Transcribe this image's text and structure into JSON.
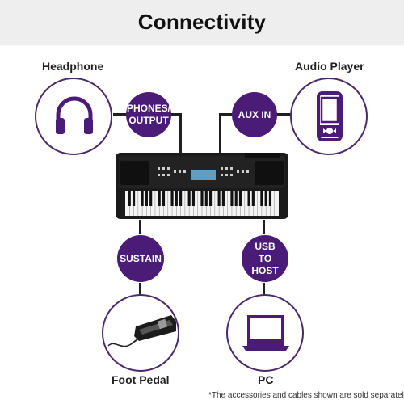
{
  "header": {
    "title": "Connectivity"
  },
  "devices": {
    "headphone": {
      "label": "Headphone"
    },
    "audio_player": {
      "label": "Audio Player"
    },
    "foot_pedal": {
      "label": "Foot Pedal"
    },
    "pc": {
      "label": "PC"
    }
  },
  "ports": {
    "phones_output": {
      "line1": "PHONES/",
      "line2": "OUTPUT"
    },
    "aux_in": {
      "label": "AUX IN"
    },
    "sustain": {
      "label": "SUSTAIN"
    },
    "usb_to_host": {
      "line1": "USB",
      "line2": "TO",
      "line3": "HOST"
    }
  },
  "footnote": "*The accessories and cables shown are sold separately",
  "colors": {
    "accent": "#4b1b78",
    "header_bg": "#eeeeee",
    "line": "#1f1f1f"
  }
}
